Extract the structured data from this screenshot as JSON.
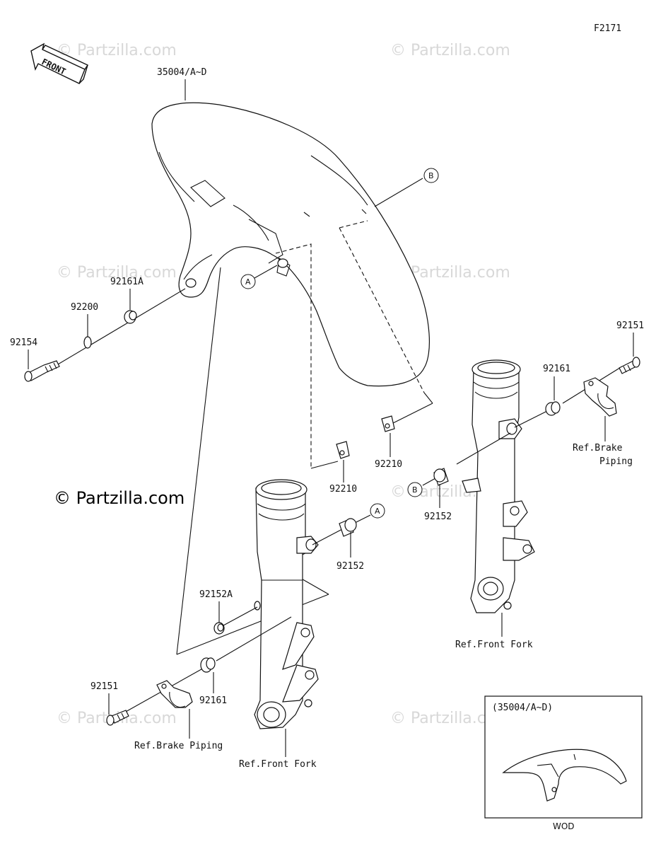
{
  "diagram": {
    "figure_code": "F2171",
    "front_label": "FRONT",
    "copyright_text": "© Partzilla.com",
    "watermark_text": "© Partzilla.com",
    "parts": {
      "fender": "35004/A~D",
      "p92161A": "92161A",
      "p92200": "92200",
      "p92154": "92154",
      "p92210_left": "92210",
      "p92210_right": "92210",
      "p92152_left": "92152",
      "p92152_right": "92152",
      "p92152A": "92152A",
      "p92151_left": "92151",
      "p92151_right": "92151",
      "p92161_left": "92161",
      "p92161_right": "92161"
    },
    "refs": {
      "brake_piping_left": "Ref.Brake Piping",
      "brake_piping_right_1": "Ref.Brake",
      "brake_piping_right_2": "Piping",
      "front_fork_left": "Ref.Front Fork",
      "front_fork_right": "Ref.Front Fork"
    },
    "callouts": {
      "A": "A",
      "B": "B"
    },
    "inset": {
      "title": "(35004/A~D)",
      "caption": "WOD"
    }
  }
}
